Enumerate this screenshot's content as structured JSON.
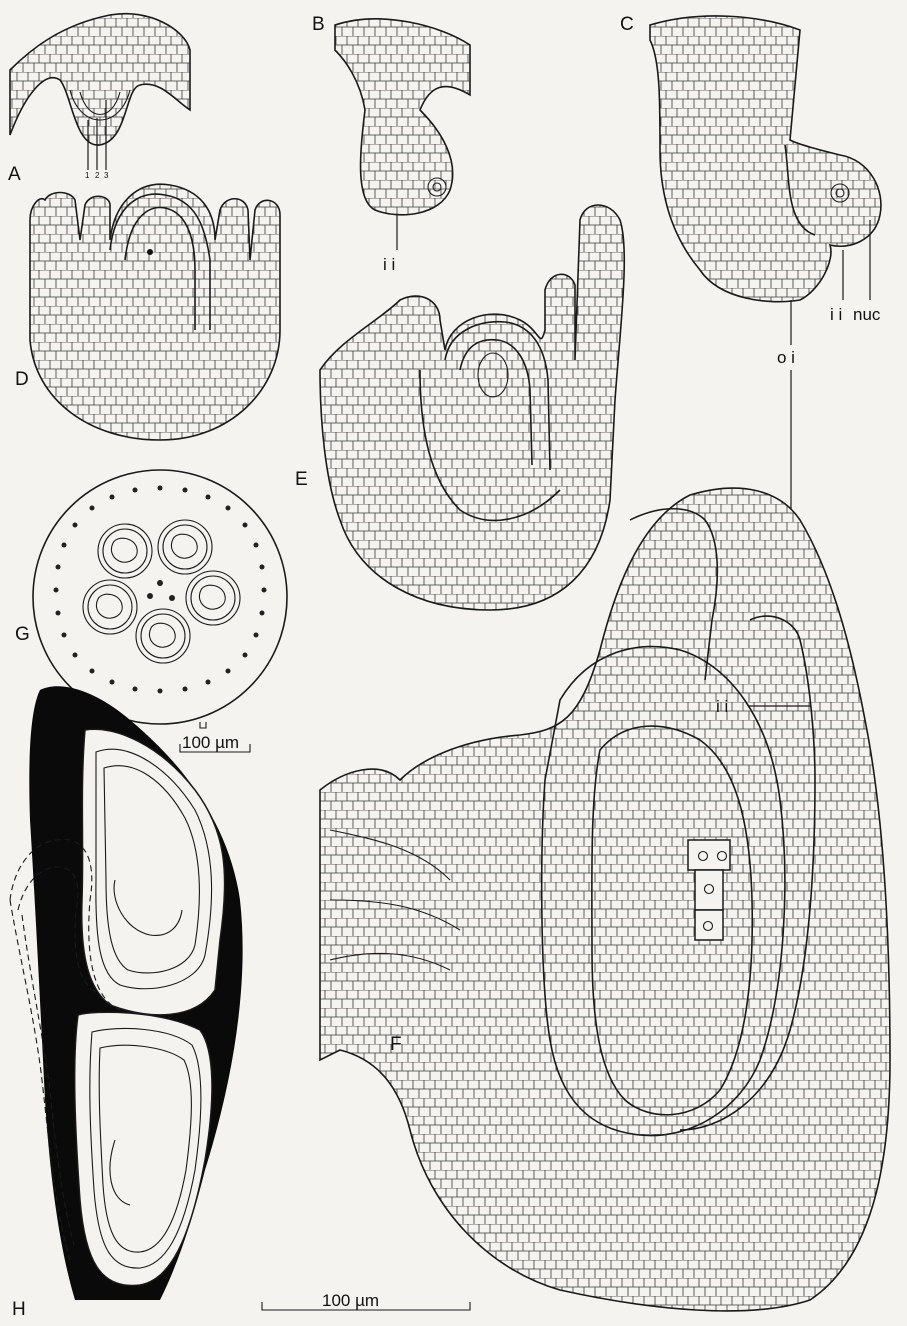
{
  "panels": {
    "A": "A",
    "B": "B",
    "C": "C",
    "D": "D",
    "E": "E",
    "F": "F",
    "G": "G",
    "H": "H"
  },
  "labels": {
    "layer_1": "1",
    "layer_2": "2",
    "layer_3": "3",
    "ii_b": "i i",
    "ii_c": "i i",
    "nuc": "nuc",
    "oi": "o i",
    "ii_f": "i i"
  },
  "scale_bars": {
    "upper": "100 µm",
    "lower": "100 µm"
  }
}
